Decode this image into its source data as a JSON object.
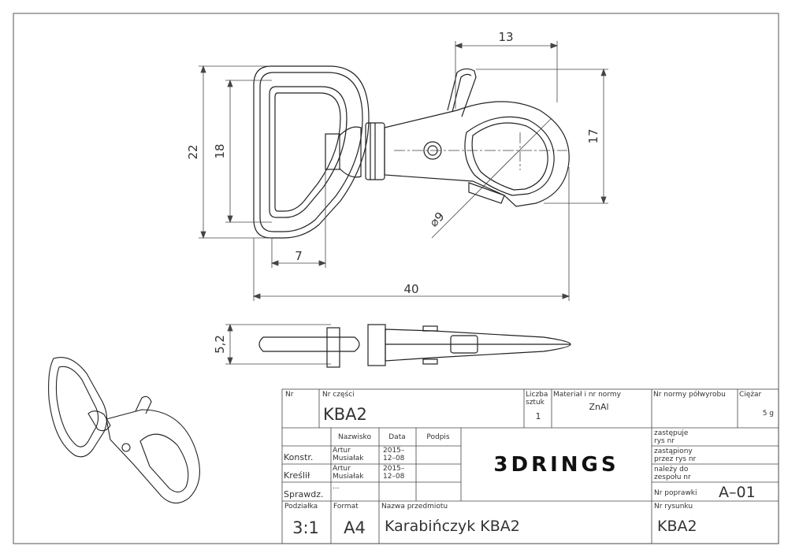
{
  "dimensions": {
    "width_13": "13",
    "height_22": "22",
    "height_18": "18",
    "height_17": "17",
    "diameter_9": "⌀9",
    "width_7": "7",
    "length_40": "40",
    "thickness_5_2": "5,2"
  },
  "title_block": {
    "nr_label": "Nr",
    "nr_czesci_label": "Nr części",
    "nr_czesci_value": "KBA2",
    "liczba_label_1": "Liczba",
    "liczba_label_2": "sztuk",
    "liczba_value": "1",
    "material_label": "Materiał i nr normy",
    "material_value": "ZnAl",
    "nr_normy_label": "Nr normy półwyrobu",
    "ciezar_label": "Ciężar",
    "ciezar_value": "5 g",
    "nazwisko_label": "Nazwisko",
    "data_label": "Data",
    "podpis_label": "Podpis",
    "konstr_label": "Konstr.",
    "konstr_name_1": "Artur",
    "konstr_name_2": "Musiałak",
    "konstr_date_1": "2015–",
    "konstr_date_2": "12–08",
    "kreslil_label": "Kreślił",
    "kreslil_name_1": "Artur",
    "kreslil_name_2": "Musiałak",
    "kreslil_date_1": "2015–",
    "kreslil_date_2": "12–08",
    "sprawdz_label": "Sprawdz.",
    "sprawdz_value": "...",
    "logo_text": "3DRINGS",
    "zastepuje_1": "zastępuje",
    "zastepuje_2": "rys nr",
    "zastapiony_1": "zastąpiony",
    "zastapiony_2": "przez rys nr",
    "nalezy_1": "należy do",
    "nalezy_2": "zespołu nr",
    "nr_poprawki_label": "Nr poprawki",
    "nr_poprawki_value": "A–01",
    "podzialka_label": "Podziałka",
    "podzialka_value": "3:1",
    "format_label": "Format",
    "format_value": "A4",
    "nazwa_label": "Nazwa przedmiotu",
    "nazwa_value": "Karabińczyk KBA2",
    "nr_rysunku_label": "Nr rysunku",
    "nr_rysunku_value": "KBA2"
  }
}
